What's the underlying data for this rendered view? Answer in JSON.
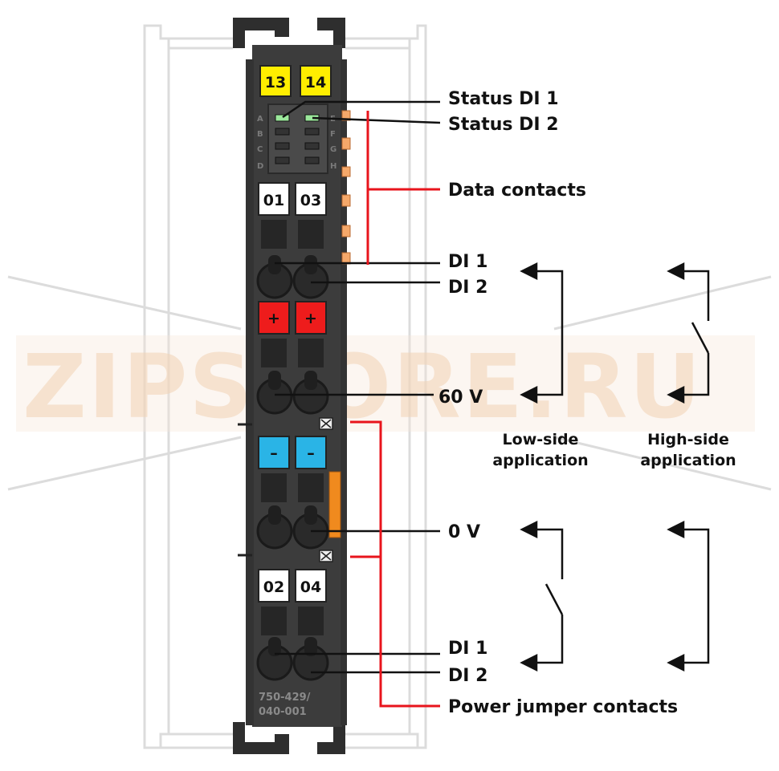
{
  "module": {
    "model_number_line1": "750-429/",
    "model_number_line2": "040-001",
    "top_markers": [
      "13",
      "14"
    ],
    "upper_markers": [
      "01",
      "03"
    ],
    "plus_markers": [
      "+",
      "+"
    ],
    "minus_markers": [
      "–",
      "–"
    ],
    "lower_markers": [
      "02",
      "04"
    ],
    "led_row_letters_left": [
      "A",
      "B",
      "C",
      "D"
    ],
    "led_row_letters_right": [
      "E",
      "F",
      "G",
      "H"
    ]
  },
  "labels": {
    "status_di1": "Status DI 1",
    "status_di2": "Status DI 2",
    "data_contacts": "Data contacts",
    "di1_top": "DI 1",
    "di2_top": "DI 2",
    "v60": "60 V",
    "v0": "0 V",
    "di1_bottom": "DI 1",
    "di2_bottom": "DI 2",
    "power_jumper": "Power jumper contacts"
  },
  "applications": {
    "low_side_line1": "Low-side",
    "low_side_line2": "application",
    "high_side_line1": "High-side",
    "high_side_line2": "application"
  },
  "watermark": "ZIPSTORE.RU",
  "colors": {
    "module_body": "#3c3c3c",
    "marker_yellow": "#ffee00",
    "marker_red": "#ee1c1c",
    "marker_blue": "#2ab4e6",
    "led_green": "#9be89b",
    "leader_red": "#e8141c",
    "contact_orange": "#f5a86a",
    "jumper_orange": "#f08a1e"
  }
}
